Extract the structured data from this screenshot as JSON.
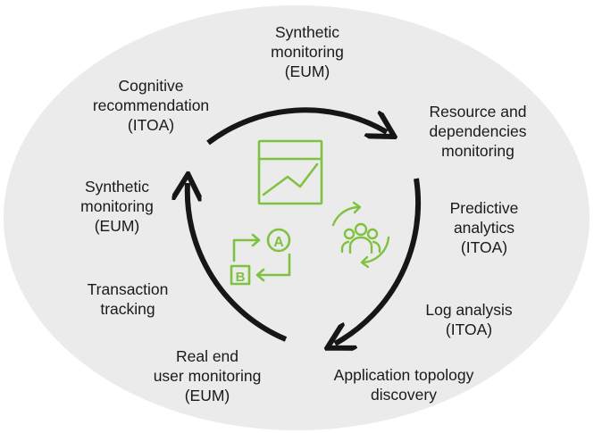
{
  "diagram": {
    "colors": {
      "background_ellipse": "#ebebeb",
      "arrow": "#161616",
      "icon_green": "#7fc241",
      "text": "#1a1a1a"
    },
    "labels": {
      "synthetic_top": [
        "Synthetic",
        "monitoring",
        "(EUM)"
      ],
      "cognitive": [
        "Cognitive",
        "recommendation",
        "(ITOA)"
      ],
      "resource": [
        "Resource and",
        "dependencies",
        "monitoring"
      ],
      "synthetic_left": [
        "Synthetic",
        "monitoring",
        "(EUM)"
      ],
      "predictive": [
        "Predictive",
        "analytics",
        "(ITOA)"
      ],
      "transaction": [
        "Transaction",
        "tracking"
      ],
      "log_analysis": [
        "Log analysis",
        "(ITOA)"
      ],
      "real_end_user": [
        "Real end",
        "user monitoring",
        "(EUM)"
      ],
      "app_topology": [
        "Application topology",
        "discovery"
      ]
    },
    "icons": {
      "center_top": "line-chart-window-icon",
      "center_left": "a-to-b-workflow-icon",
      "center_right": "user-group-cycle-icon",
      "a_letter": "A",
      "b_letter": "B"
    }
  }
}
